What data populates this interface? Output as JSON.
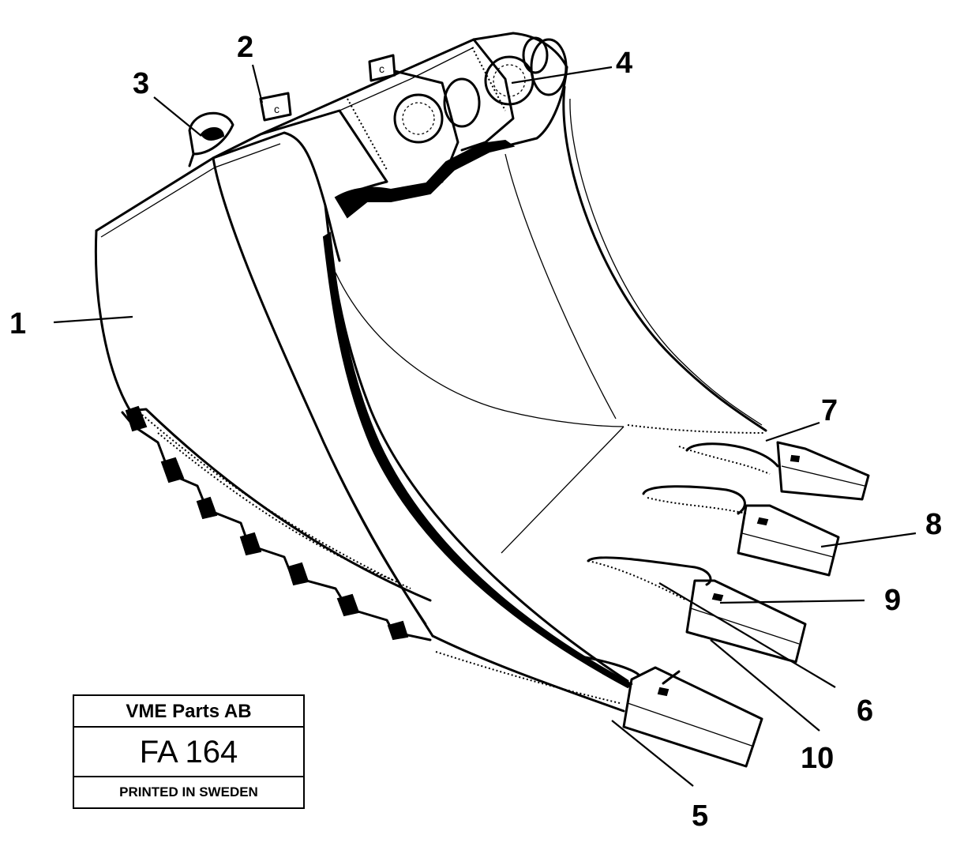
{
  "callouts": {
    "c1": "1",
    "c2": "2",
    "c3": "3",
    "c4": "4",
    "c5": "5",
    "c6": "6",
    "c7": "7",
    "c8": "8",
    "c9": "9",
    "c10": "10"
  },
  "title_block": {
    "company": "VME Parts AB",
    "code": "FA 164",
    "printed": "PRINTED IN SWEDEN"
  },
  "stamp_letter": "c"
}
